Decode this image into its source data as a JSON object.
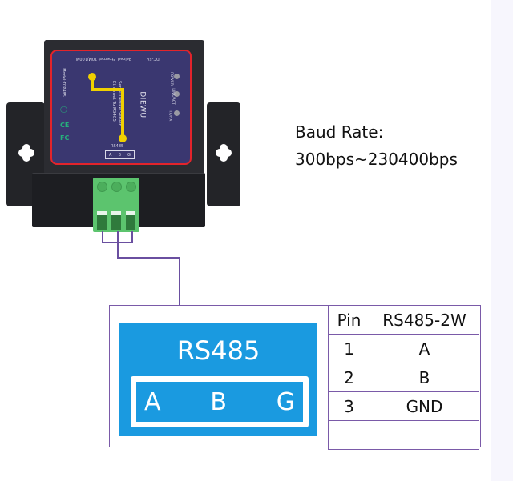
{
  "device": {
    "panel_labels": {
      "ethernet": "Ethernet 10M/100M",
      "reload": "Reload",
      "power_input": "DC-5V",
      "model": "Model:TCP485",
      "description_line1": "Serial Device Server",
      "description_line2": "Ethernet To RS485",
      "brand": "DIEWU",
      "port_label": "RS485",
      "terminals": [
        "A",
        "B",
        "G"
      ]
    },
    "leds": [
      {
        "label": "POWER"
      },
      {
        "label": "LINK/ACT"
      },
      {
        "label": "TX/RX"
      }
    ],
    "certifications": [
      "RoHS",
      "CE",
      "FC"
    ]
  },
  "baud": {
    "label": "Baud Rate:",
    "value": "300bps~230400bps"
  },
  "connector_diagram": {
    "title": "RS485",
    "pins": [
      "A",
      "B",
      "G"
    ],
    "colors": {
      "block": "#1a9ae0",
      "frame": "#7a5aa8"
    }
  },
  "pin_table": {
    "headers": [
      "Pin",
      "RS485-2W"
    ],
    "rows": [
      [
        "1",
        "A"
      ],
      [
        "2",
        "B"
      ],
      [
        "3",
        "GND"
      ],
      [
        "",
        ""
      ]
    ]
  }
}
